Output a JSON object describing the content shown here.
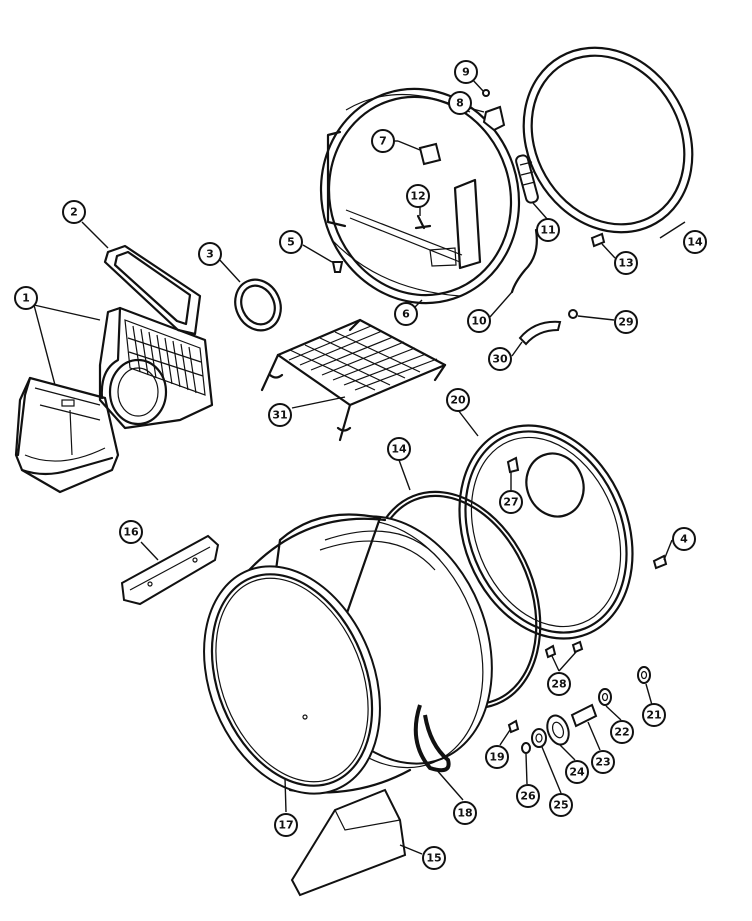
{
  "diagram": {
    "callouts": [
      {
        "id": "1",
        "label": "1"
      },
      {
        "id": "2",
        "label": "2"
      },
      {
        "id": "3",
        "label": "3"
      },
      {
        "id": "4",
        "label": "4"
      },
      {
        "id": "5",
        "label": "5"
      },
      {
        "id": "6",
        "label": "6"
      },
      {
        "id": "7",
        "label": "7"
      },
      {
        "id": "8",
        "label": "8"
      },
      {
        "id": "9",
        "label": "9"
      },
      {
        "id": "10",
        "label": "10"
      },
      {
        "id": "11",
        "label": "11"
      },
      {
        "id": "12",
        "label": "12"
      },
      {
        "id": "13",
        "label": "13"
      },
      {
        "id": "14a",
        "label": "14"
      },
      {
        "id": "14b",
        "label": "14"
      },
      {
        "id": "15",
        "label": "15"
      },
      {
        "id": "16",
        "label": "16"
      },
      {
        "id": "17",
        "label": "17"
      },
      {
        "id": "18",
        "label": "18"
      },
      {
        "id": "19",
        "label": "19"
      },
      {
        "id": "20",
        "label": "20"
      },
      {
        "id": "21",
        "label": "21"
      },
      {
        "id": "22",
        "label": "22"
      },
      {
        "id": "23",
        "label": "23"
      },
      {
        "id": "24",
        "label": "24"
      },
      {
        "id": "25",
        "label": "25"
      },
      {
        "id": "26",
        "label": "26"
      },
      {
        "id": "27",
        "label": "27"
      },
      {
        "id": "28",
        "label": "28"
      },
      {
        "id": "29",
        "label": "29"
      },
      {
        "id": "30",
        "label": "30"
      },
      {
        "id": "31",
        "label": "31"
      }
    ]
  }
}
